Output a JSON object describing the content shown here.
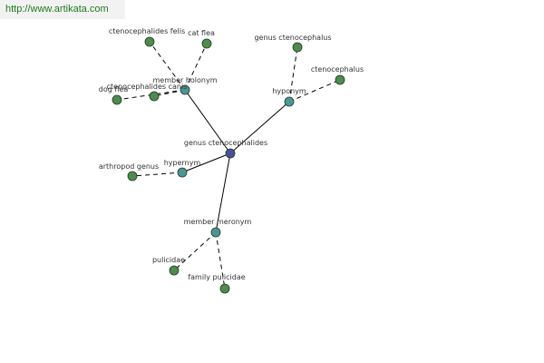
{
  "banner": {
    "url": "http://www.artikata.com"
  },
  "colors": {
    "center_node": "#4a4f9a",
    "relation_node": "#4d9696",
    "leaf_node": "#4f8a4f",
    "node_stroke": "#1f3a1f",
    "solid_edge": "#000000",
    "dashed_edge": "#000000"
  },
  "graph": {
    "center": {
      "id": "genus-ctenocephalides",
      "label": "genus ctenocephalides"
    },
    "relations": [
      {
        "id": "member-holonym",
        "label": "member holonym",
        "targets": [
          {
            "id": "ctenocephalides-felis",
            "label": "ctenocephalides felis"
          },
          {
            "id": "cat-flea",
            "label": "cat flea"
          },
          {
            "id": "ctenocephalides-canis",
            "label": "ctenocephalides canis"
          },
          {
            "id": "dog-flea",
            "label": "dog flea"
          }
        ]
      },
      {
        "id": "hyponym",
        "label": "hyponym",
        "targets": [
          {
            "id": "genus-ctenocephalus",
            "label": "genus ctenocephalus"
          },
          {
            "id": "ctenocephalus",
            "label": "ctenocephalus"
          }
        ]
      },
      {
        "id": "hypernym",
        "label": "hypernym",
        "targets": [
          {
            "id": "arthropod-genus",
            "label": "arthropod genus"
          }
        ]
      },
      {
        "id": "member-meronym",
        "label": "member meronym",
        "targets": [
          {
            "id": "pulicidae",
            "label": "pulicidae"
          },
          {
            "id": "family-pulicidae",
            "label": "family pulicidae"
          }
        ]
      }
    ]
  }
}
